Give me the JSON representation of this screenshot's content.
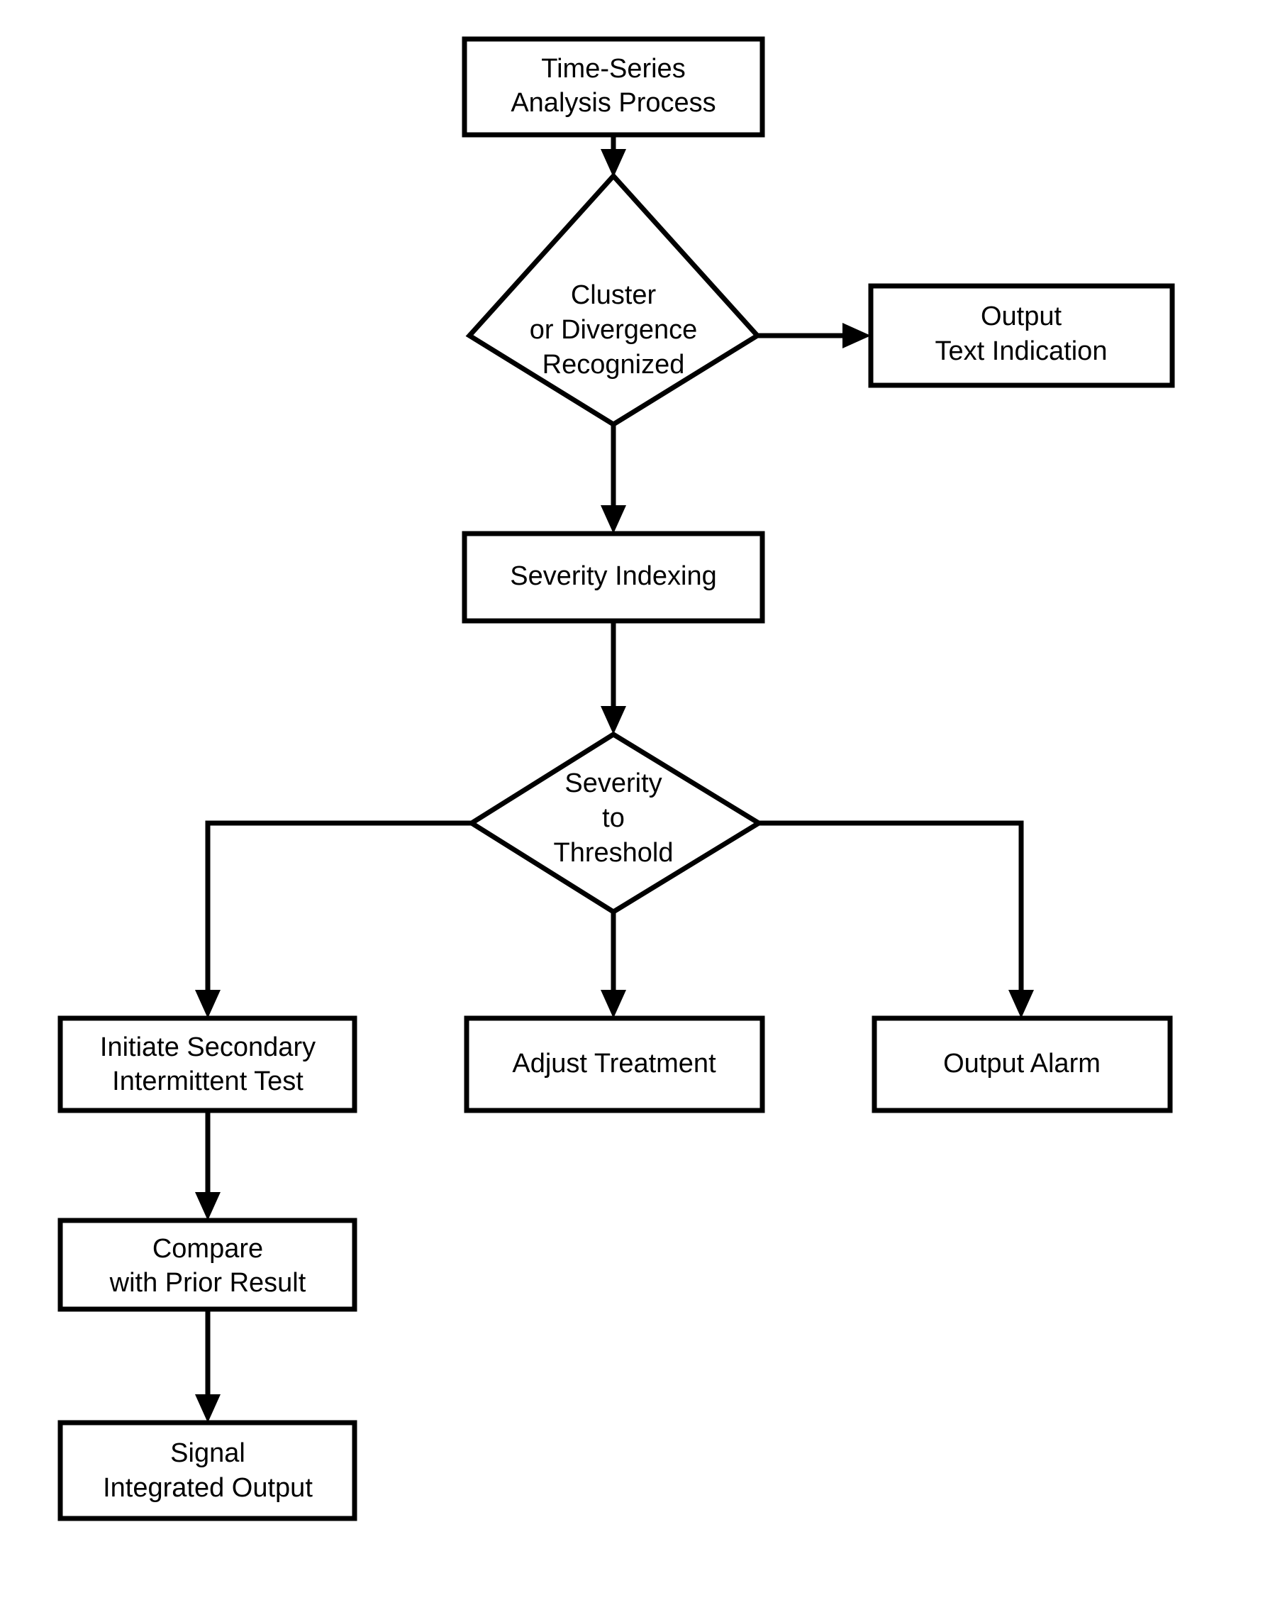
{
  "diagram": {
    "title": "Time-Series Analysis Process Flowchart",
    "colors": {
      "background": "#ffffff",
      "stroke": "#000000",
      "text": "#000000",
      "fill": "#ffffff"
    },
    "nodes": [
      {
        "id": "time-series-analysis-process",
        "shape": "rectangle",
        "lines": [
          "Time-Series",
          "Analysis Process"
        ],
        "line1": "Time-Series",
        "line2": "Analysis Process"
      },
      {
        "id": "cluster-or-divergence-recognized",
        "shape": "diamond",
        "lines": [
          "Cluster",
          "or Divergence",
          "Recognized"
        ],
        "line1": "Cluster",
        "line2": "or Divergence",
        "line3": "Recognized"
      },
      {
        "id": "output-text-indication",
        "shape": "rectangle",
        "lines": [
          "Output",
          "Text Indication"
        ],
        "line1": "Output",
        "line2": "Text Indication"
      },
      {
        "id": "severity-indexing",
        "shape": "rectangle",
        "lines": [
          "Severity Indexing"
        ],
        "line1": "Severity Indexing"
      },
      {
        "id": "severity-to-threshold",
        "shape": "diamond",
        "lines": [
          "Severity",
          "to",
          "Threshold"
        ],
        "line1": "Severity",
        "line2": "to",
        "line3": "Threshold"
      },
      {
        "id": "initiate-secondary-intermittent-test",
        "shape": "rectangle",
        "lines": [
          "Initiate Secondary",
          "Intermittent Test"
        ],
        "line1": "Initiate Secondary",
        "line2": "Intermittent Test"
      },
      {
        "id": "adjust-treatment",
        "shape": "rectangle",
        "lines": [
          "Adjust Treatment"
        ],
        "line1": "Adjust Treatment"
      },
      {
        "id": "output-alarm",
        "shape": "rectangle",
        "lines": [
          "Output Alarm"
        ],
        "line1": "Output Alarm"
      },
      {
        "id": "compare-with-prior-result",
        "shape": "rectangle",
        "lines": [
          "Compare",
          "with Prior Result"
        ],
        "line1": "Compare",
        "line2": "with Prior Result"
      },
      {
        "id": "signal-integrated-output",
        "shape": "rectangle",
        "lines": [
          "Signal",
          "Integrated Output"
        ],
        "line1": "Signal",
        "line2": "Integrated Output"
      }
    ],
    "edges": [
      {
        "id": "edge-process-to-cluster",
        "from": "time-series-analysis-process",
        "to": "cluster-or-divergence-recognized",
        "label": "",
        "direction": "down"
      },
      {
        "id": "edge-cluster-to-output-text",
        "from": "cluster-or-divergence-recognized",
        "to": "output-text-indication",
        "label": "",
        "direction": "right"
      },
      {
        "id": "edge-cluster-to-severity-indexing",
        "from": "cluster-or-divergence-recognized",
        "to": "severity-indexing",
        "label": "",
        "direction": "down"
      },
      {
        "id": "edge-severity-indexing-to-threshold",
        "from": "severity-indexing",
        "to": "severity-to-threshold",
        "label": "",
        "direction": "down"
      },
      {
        "id": "edge-threshold-to-initiate-test",
        "from": "severity-to-threshold",
        "to": "initiate-secondary-intermittent-test",
        "label": "",
        "direction": "left-down"
      },
      {
        "id": "edge-threshold-to-adjust-treatment",
        "from": "severity-to-threshold",
        "to": "adjust-treatment",
        "label": "",
        "direction": "down"
      },
      {
        "id": "edge-threshold-to-output-alarm",
        "from": "severity-to-threshold",
        "to": "output-alarm",
        "label": "",
        "direction": "right-down"
      },
      {
        "id": "edge-initiate-test-to-compare",
        "from": "initiate-secondary-intermittent-test",
        "to": "compare-with-prior-result",
        "label": "",
        "direction": "down"
      },
      {
        "id": "edge-compare-to-signal-output",
        "from": "compare-with-prior-result",
        "to": "signal-integrated-output",
        "label": "",
        "direction": "down"
      }
    ]
  }
}
